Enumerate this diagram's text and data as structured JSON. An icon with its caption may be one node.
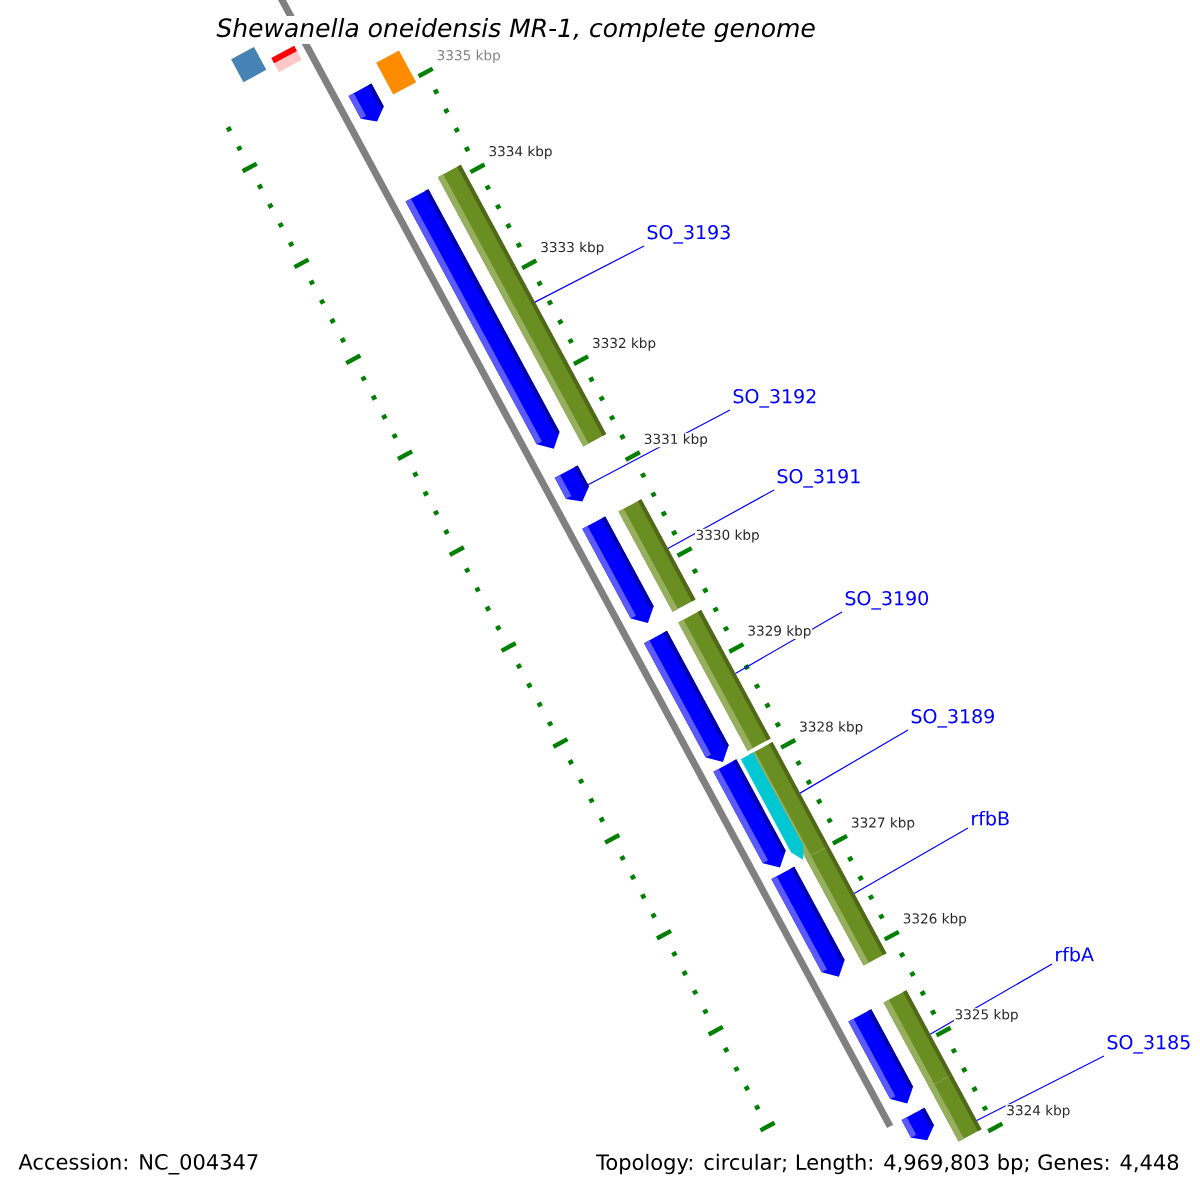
{
  "diagram": {
    "title": "Shewanella oneidensis MR-1, complete genome",
    "nodes": [
      {
        "text": [
          "SO_3193"
        ]
      },
      {
        "text": [
          "SO_3192"
        ]
      },
      {
        "text": [
          "SO_3191"
        ]
      },
      {
        "text": [
          "SO_3190"
        ]
      },
      {
        "text": [
          "SO_3189"
        ]
      },
      {
        "text": [
          "rfbB"
        ]
      },
      {
        "text": [
          "rfbA"
        ]
      },
      {
        "text": [
          "SO_3185"
        ]
      },
      {
        "text": [],
        "shape": "bar"
      },
      {
        "text": [],
        "shape": "bar"
      },
      {
        "text": [],
        "shape": "bar"
      },
      {
        "text": [],
        "shape": "pentagon"
      },
      {
        "text": [],
        "shape": "pentagon"
      },
      {
        "text": [],
        "shape": "bar"
      },
      {
        "text": [],
        "shape": "pentagon"
      },
      {
        "text": [],
        "shape": "pentagon"
      },
      {
        "text": [],
        "shape": "bar"
      },
      {
        "text": [],
        "shape": "pentagon"
      },
      {
        "text": [],
        "shape": "bar"
      },
      {
        "text": [],
        "shape": "pentagon"
      },
      {
        "text": [],
        "shape": "pentagon"
      },
      {
        "text": [],
        "shape": "bar"
      },
      {
        "text": [],
        "shape": "pentagon"
      },
      {
        "text": [],
        "shape": "bar"
      },
      {
        "text": [],
        "shape": "pentagon"
      },
      {
        "text": [],
        "shape": "bar"
      },
      {
        "text": [],
        "shape": "bar"
      },
      {
        "text": [],
        "shape": "pentagon"
      }
    ],
    "edges": [
      {
        "from": 0,
        "to": 13,
        "arrow": "none"
      },
      {
        "from": 1,
        "to": 14,
        "arrow": "none"
      },
      {
        "from": 2,
        "to": 16,
        "arrow": "none"
      },
      {
        "from": 3,
        "to": 18,
        "arrow": "none"
      },
      {
        "from": 4,
        "to": 21,
        "arrow": "none"
      },
      {
        "from": 5,
        "to": 23,
        "arrow": "none"
      },
      {
        "from": 6,
        "to": 25,
        "arrow": "none"
      },
      {
        "from": 7,
        "to": 26,
        "arrow": "none"
      }
    ],
    "labels": [
      "3335 kbp",
      "3334 kbp",
      "3333 kbp",
      "3332 kbp",
      "3331 kbp",
      "3330 kbp",
      "3329 kbp",
      "3328 kbp",
      "3327 kbp",
      "3326 kbp",
      "3325 kbp",
      "3324 kbp",
      "Accession: NC_004347",
      "Topology: circular; Length: 4,969,803 bp; Genes: 4,448"
    ]
  }
}
